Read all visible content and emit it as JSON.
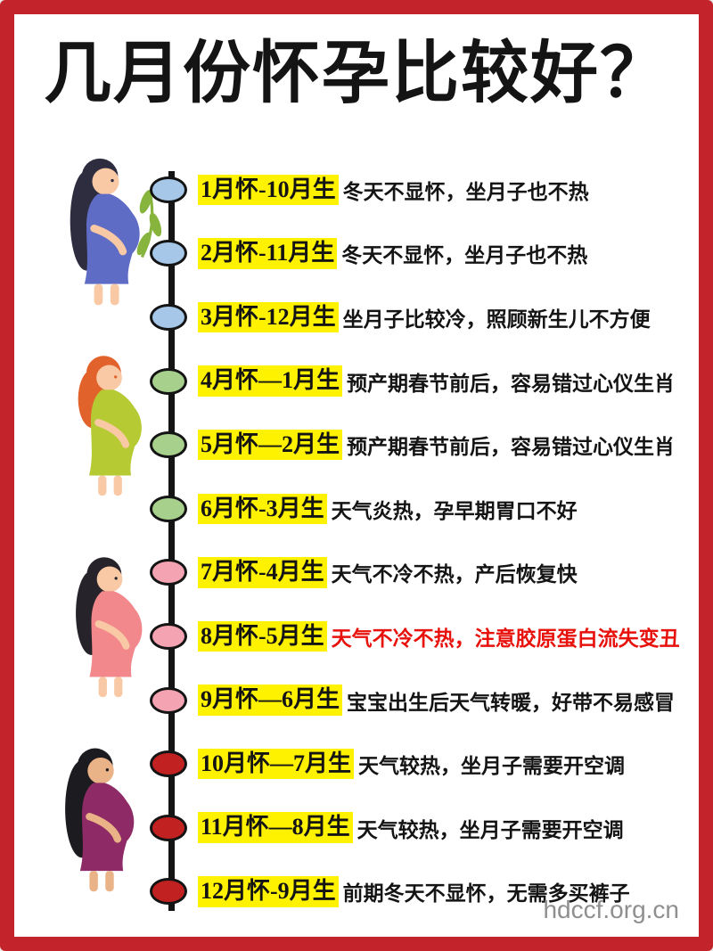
{
  "title": "几月份怀孕比较好？",
  "watermark": "hdccf.org.cn",
  "colors": {
    "frame": "#c3242b",
    "highlight": "#fff200",
    "line": "#141414",
    "text": "#141414",
    "blue": "#a6c7e8",
    "green": "#a7d08d",
    "pink": "#f3a3b2",
    "red": "#c22121",
    "alert": "#e8120c",
    "watermark": "#8f8f8f"
  },
  "rows": [
    {
      "month": "1月怀-10月生",
      "desc": "冬天不显怀，坐月子也不热",
      "node": "blue",
      "tone": "normal"
    },
    {
      "month": "2月怀-11月生",
      "desc": "冬天不显怀，坐月子也不热",
      "node": "blue",
      "tone": "normal"
    },
    {
      "month": "3月怀-12月生",
      "desc": "坐月子比较冷，照顾新生儿不方便",
      "node": "blue",
      "tone": "normal"
    },
    {
      "month": "4月怀—1月生",
      "desc": "预产期春节前后，容易错过心仪生肖",
      "node": "green",
      "tone": "normal"
    },
    {
      "month": "5月怀—2月生",
      "desc": "预产期春节前后，容易错过心仪生肖",
      "node": "green",
      "tone": "normal"
    },
    {
      "month": "6月怀-3月生",
      "desc": "天气炎热，孕早期胃口不好",
      "node": "green",
      "tone": "normal"
    },
    {
      "month": "7月怀-4月生",
      "desc": "天气不冷不热，产后恢复快",
      "node": "pink",
      "tone": "normal"
    },
    {
      "month": "8月怀-5月生",
      "desc": "天气不冷不热，注意胶原蛋白流失变丑",
      "node": "pink",
      "tone": "alert"
    },
    {
      "month": "9月怀—6月生",
      "desc": "宝宝出生后天气转暖，好带不易感冒",
      "node": "pink",
      "tone": "normal"
    },
    {
      "month": "10月怀—7月生",
      "desc": "天气较热，坐月子需要开空调",
      "node": "red",
      "tone": "normal"
    },
    {
      "month": "11月怀—8月生",
      "desc": "天气较热，坐月子需要开空调",
      "node": "red",
      "tone": "normal"
    },
    {
      "month": "12月怀-9月生",
      "desc": "前期冬天不显怀，无需多买裤子",
      "node": "red",
      "tone": "normal"
    }
  ],
  "figures": [
    {
      "name": "pregnant-woman-blue-dress",
      "hair": "#2e2d40",
      "dress": "#5f6cc5",
      "skin": "#f8c9a4",
      "leaf": "#86b43c"
    },
    {
      "name": "pregnant-woman-green-dress",
      "hair": "#e2622b",
      "dress": "#b6ca33",
      "skin": "#f8c9a4",
      "leaf": "#86b43c"
    },
    {
      "name": "pregnant-woman-pink-dress",
      "hair": "#26242a",
      "dress": "#f2878c",
      "skin": "#f8c9a4",
      "leaf": "#86b43c"
    },
    {
      "name": "pregnant-woman-purple-dress",
      "hair": "#1c1b20",
      "dress": "#8e2a66",
      "skin": "#eab387",
      "leaf": "#86b43c"
    }
  ]
}
